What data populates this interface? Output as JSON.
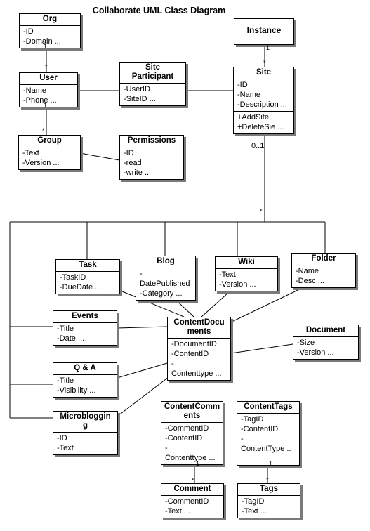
{
  "title": "Collaborate UML Class Diagram",
  "classes": {
    "org": {
      "name": "Org",
      "attrs": [
        "-ID",
        "-Domain ..."
      ]
    },
    "instance": {
      "name": "Instance"
    },
    "user": {
      "name": "User",
      "attrs": [
        "-Name",
        "-Phone ..."
      ]
    },
    "site_participant": {
      "name": "Site\nParticipant",
      "attrs": [
        "-UserID",
        "-SiteID ..."
      ]
    },
    "site": {
      "name": "Site",
      "attrs": [
        "-ID",
        "-Name",
        "-Description ..."
      ],
      "ops": [
        "+AddSite",
        "+DeleteSie ..."
      ]
    },
    "group": {
      "name": "Group",
      "attrs": [
        "-Text",
        "-Version ..."
      ]
    },
    "permissions": {
      "name": "Permissions",
      "attrs": [
        "-ID",
        "-read",
        "-write ..."
      ]
    },
    "task": {
      "name": "Task",
      "attrs": [
        "-TaskID",
        "-DueDate ..."
      ]
    },
    "blog": {
      "name": "Blog",
      "attrs": [
        "-",
        "DatePublished",
        "-Category ..."
      ]
    },
    "wiki": {
      "name": "Wiki",
      "attrs": [
        "-Text",
        "-Version ..."
      ]
    },
    "folder": {
      "name": "Folder",
      "attrs": [
        "-Name",
        "-Desc ..."
      ]
    },
    "events": {
      "name": "Events",
      "attrs": [
        "-Title",
        "-Date ..."
      ]
    },
    "content_documents": {
      "name": "ContentDocu\nments",
      "attrs": [
        "-DocumentID",
        "-ContentID",
        "-",
        "Contenttype ..."
      ]
    },
    "document": {
      "name": "Document",
      "attrs": [
        "-Size",
        "-Version ..."
      ]
    },
    "qa": {
      "name": "Q & A",
      "attrs": [
        "-Title",
        "-Visibility ..."
      ]
    },
    "microblogging": {
      "name": "Microbloggin\ng",
      "attrs": [
        "-ID",
        "-Text ..."
      ]
    },
    "content_comments": {
      "name": "ContentComm\nents",
      "attrs": [
        "-CommentID",
        "-ContentID",
        "-",
        "Contenttype ..."
      ]
    },
    "content_tags": {
      "name": "ContentTags",
      "attrs": [
        "-TagID",
        "-ContentID",
        "-",
        "ContentType ..",
        "."
      ]
    },
    "comment": {
      "name": "Comment",
      "attrs": [
        "-CommentID",
        "-Text ..."
      ]
    },
    "tags": {
      "name": "Tags",
      "attrs": [
        "-TagID",
        "-Text ..."
      ]
    }
  },
  "multiplicities": {
    "org_one": "1",
    "user_many": "*",
    "instance_one": "1",
    "site_many": "*",
    "user_one": "1",
    "group_many": "*",
    "site_zero_one": "0..1",
    "content_many": "*",
    "comments_one": "1",
    "comment_many": "*",
    "tags_one": "1",
    "tags_many": "*"
  }
}
